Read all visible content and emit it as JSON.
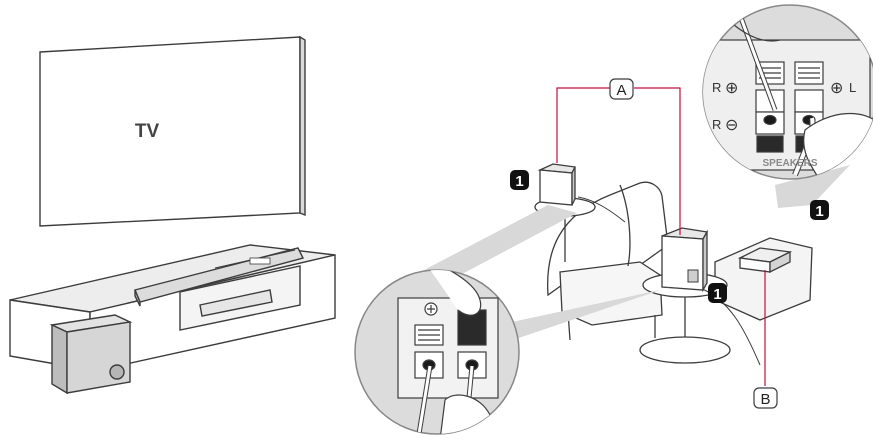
{
  "tv": {
    "label": "TV"
  },
  "callouts": {
    "a": "A",
    "b": "B",
    "badge": "1"
  },
  "terminal_panel": {
    "label": "SPEAKERS",
    "r_plus": "R",
    "r_minus": "R",
    "l_plus": "L",
    "plus_symbol": "⊕",
    "minus_symbol": "⊖"
  },
  "colors": {
    "line": "#3c3c3c",
    "callout_line": "#c0103a",
    "zoom_fill": "#dcdcdc",
    "panel_fill": "#efefef",
    "badge_fill": "#111111"
  }
}
